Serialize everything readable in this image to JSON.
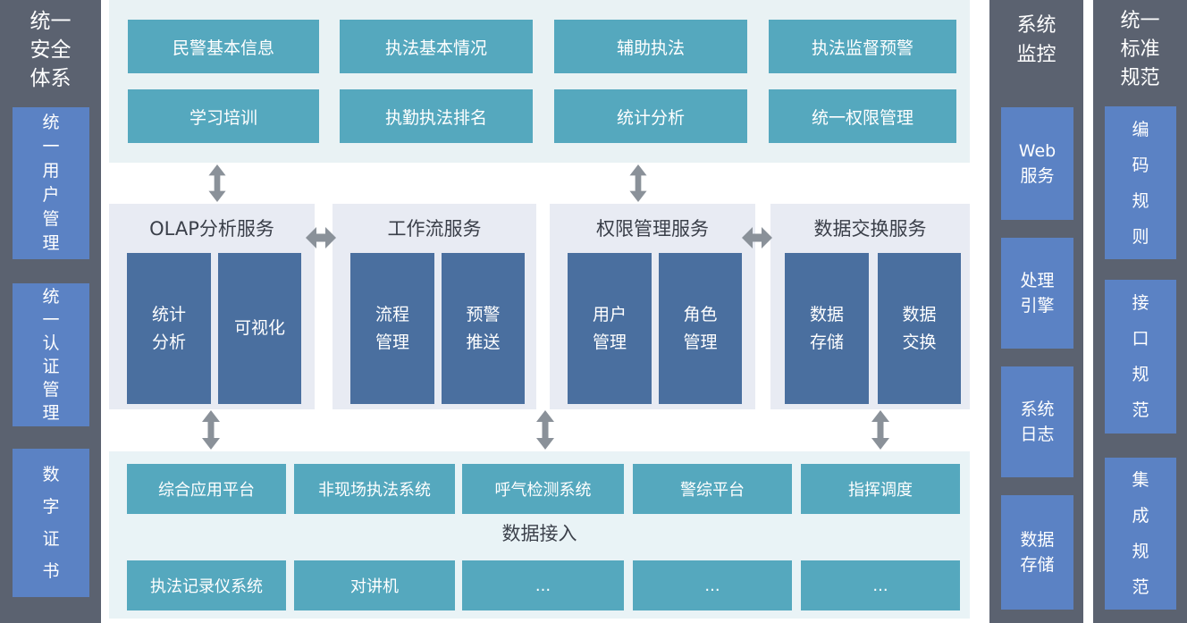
{
  "colors": {
    "sidebar_bg": "#5b6270",
    "blue_box": "#5b82c4",
    "teal_button": "#55a8be",
    "top_section_bg": "#e9f2f4",
    "bottom_section_bg": "#e9f3f6",
    "group_bg": "#e8ebf3",
    "navy_box": "#4a6f9f",
    "arrow": "#8a9199",
    "dark_text": "#3a3f49"
  },
  "left_sidebar": {
    "title": "统一\n安全\n体系",
    "items": [
      {
        "label": "统\n一\n用\n户\n管\n理"
      },
      {
        "label": "统\n一\n认\n证\n管\n理"
      },
      {
        "label": "数\n字\n证\n书"
      }
    ]
  },
  "app_layer": {
    "buttons": [
      {
        "label": "民警基本信息"
      },
      {
        "label": "执法基本情况"
      },
      {
        "label": "辅助执法"
      },
      {
        "label": "执法监督预警"
      },
      {
        "label": "学习培训"
      },
      {
        "label": "执勤执法排名"
      },
      {
        "label": "统计分析"
      },
      {
        "label": "统一权限管理"
      }
    ]
  },
  "service_layer": {
    "groups": [
      {
        "title": "OLAP分析服务",
        "boxes": [
          {
            "label": "统计\n分析"
          },
          {
            "label": "可视化"
          }
        ]
      },
      {
        "title": "工作流服务",
        "boxes": [
          {
            "label": "流程\n管理"
          },
          {
            "label": "预警\n推送"
          }
        ]
      },
      {
        "title": "权限管理服务",
        "boxes": [
          {
            "label": "用户\n管理"
          },
          {
            "label": "角色\n管理"
          }
        ]
      },
      {
        "title": "数据交换服务",
        "boxes": [
          {
            "label": "数据\n存储"
          },
          {
            "label": "数据\n交换"
          }
        ]
      }
    ]
  },
  "access_layer": {
    "systems": [
      {
        "label": "综合应用平台"
      },
      {
        "label": "非现场执法系统"
      },
      {
        "label": "呼气检测系统"
      },
      {
        "label": "警综平台"
      },
      {
        "label": "指挥调度"
      }
    ],
    "label": "数据接入",
    "sources": [
      {
        "label": "执法记录仪系统"
      },
      {
        "label": "对讲机"
      },
      {
        "label": "..."
      },
      {
        "label": "..."
      },
      {
        "label": "..."
      }
    ]
  },
  "monitor_sidebar": {
    "title": "系统\n监控",
    "items": [
      {
        "label": "Web\n服务"
      },
      {
        "label": "处理\n引擎"
      },
      {
        "label": "系统\n日志"
      },
      {
        "label": "数据\n存储"
      }
    ]
  },
  "standards_sidebar": {
    "title": "统一\n标准\n规范",
    "items": [
      {
        "label": "编\n码\n规\n则"
      },
      {
        "label": "接\n口\n规\n范"
      },
      {
        "label": "集\n成\n规\n范"
      }
    ]
  }
}
